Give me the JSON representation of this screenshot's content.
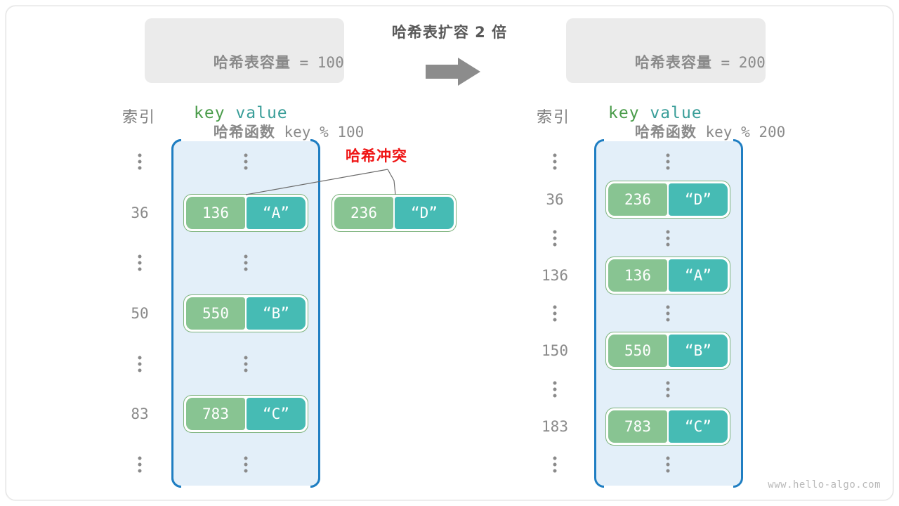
{
  "left_panel": {
    "info": {
      "line1_label": "哈希表容量",
      "line1_text": " = 100",
      "line2_label": "哈希函数",
      "line2_text": " key % 100"
    },
    "header_index": "索引",
    "header_key": "key",
    "header_value": "value",
    "rows": [
      {
        "index": "⋮",
        "type": "dots"
      },
      {
        "index": "36",
        "type": "pair",
        "key": "136",
        "value": "“A”"
      },
      {
        "index": "⋮",
        "type": "dots"
      },
      {
        "index": "50",
        "type": "pair",
        "key": "550",
        "value": "“B”"
      },
      {
        "index": "⋮",
        "type": "dots"
      },
      {
        "index": "83",
        "type": "pair",
        "key": "783",
        "value": "“C”"
      },
      {
        "index": "⋮",
        "type": "dots"
      }
    ],
    "floating_pair": {
      "key": "236",
      "value": "“D”"
    },
    "collision_label": "哈希冲突"
  },
  "transition": {
    "title": "哈希表扩容 2 倍",
    "arrow": "arrow-right-icon"
  },
  "right_panel": {
    "info": {
      "line1_label": "哈希表容量",
      "line1_text": " = 200",
      "line2_label": "哈希函数",
      "line2_text": " key % 200"
    },
    "header_index": "索引",
    "header_key": "key",
    "header_value": "value",
    "rows": [
      {
        "index": "⋮",
        "type": "dots"
      },
      {
        "index": "36",
        "type": "pair",
        "key": "236",
        "value": "“D”"
      },
      {
        "index": "⋮",
        "type": "dots"
      },
      {
        "index": "136",
        "type": "pair",
        "key": "136",
        "value": "“A”"
      },
      {
        "index": "⋮",
        "type": "dots"
      },
      {
        "index": "150",
        "type": "pair",
        "key": "550",
        "value": "“B”"
      },
      {
        "index": "⋮",
        "type": "dots"
      },
      {
        "index": "183",
        "type": "pair",
        "key": "783",
        "value": "“C”"
      },
      {
        "index": "⋮",
        "type": "dots"
      }
    ]
  },
  "watermark": "www.hello-algo.com",
  "colors": {
    "key_fill": "#88c492",
    "value_fill": "#46bbb4",
    "array_fill": "#e3eff9",
    "array_border": "#1f7ec2",
    "collision_red": "#ef1414",
    "info_bg": "#ebebeb",
    "muted_text": "#8a8a8a",
    "key_header": "#4a9c4a",
    "value_header": "#3a9e99"
  }
}
